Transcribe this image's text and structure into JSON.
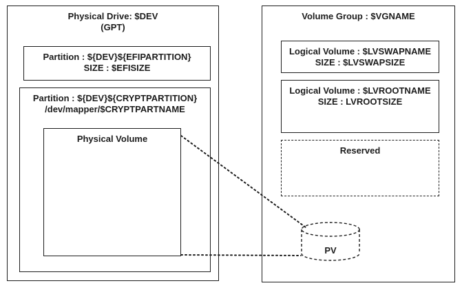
{
  "diagram": {
    "physical_drive": {
      "title": "Physical Drive: $DEV",
      "subtitle": "(GPT)",
      "efi_partition": {
        "name": "Partition : ${DEV}${EFIPARTITION}",
        "size": "SIZE : $EFISIZE"
      },
      "crypt_partition": {
        "name": "Partition : ${DEV}${CRYPTPARTITION}",
        "mapper": "/dev/mapper/$CRYPTPARTNAME",
        "physical_volume": "Physical Volume"
      }
    },
    "volume_group": {
      "title": "Volume Group : $VGNAME",
      "lv_swap": {
        "name": "Logical Volume : $LVSWAPNAME",
        "size": "SIZE : $LVSWAPSIZE"
      },
      "lv_root": {
        "name": "Logical Volume : $LVROOTNAME",
        "size": "SIZE : LVROOTSIZE"
      },
      "reserved": "Reserved",
      "pv": "PV"
    }
  }
}
